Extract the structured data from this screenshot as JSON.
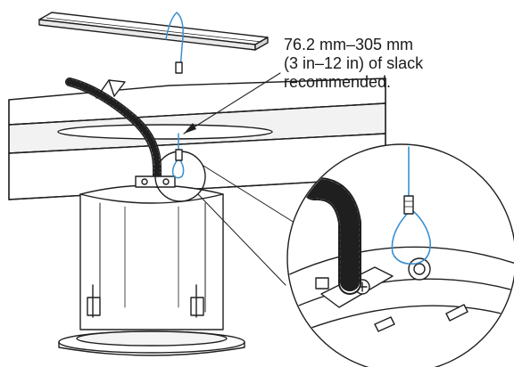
{
  "callout": {
    "line1": "76.2 mm–305 mm",
    "line2": "(3 in–12 in) of slack",
    "line3": "recommended."
  },
  "colors": {
    "line": "#1f1f1f",
    "cable": "#3a8fd0",
    "background": "#ffffff"
  }
}
